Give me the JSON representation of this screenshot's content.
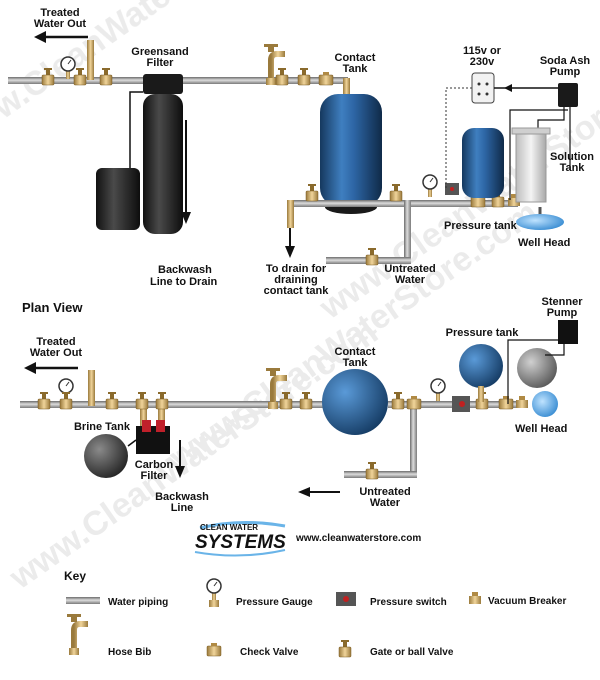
{
  "top_view": {
    "treated_water_out": [
      "Treated",
      "Water Out"
    ],
    "greensand_filter": [
      "Greensand",
      "Filter"
    ],
    "contact_tank": [
      "Contact",
      "Tank"
    ],
    "power": [
      "115v or",
      "230v"
    ],
    "soda_ash_pump": [
      "Soda Ash",
      "Pump"
    ],
    "solution_tank": [
      "Solution",
      "Tank"
    ],
    "pressure_tank": "Pressure tank",
    "well_head": "Well Head",
    "backwash": [
      "Backwash",
      "Line to Drain"
    ],
    "drain": [
      "To drain for",
      "draining",
      "contact tank"
    ],
    "untreated": [
      "Untreated",
      "Water"
    ]
  },
  "plan_view": {
    "title": "Plan View",
    "treated_water_out": [
      "Treated",
      "Water Out"
    ],
    "contact_tank": [
      "Contact",
      "Tank"
    ],
    "pressure_tank": "Pressure tank",
    "stenner_pump": [
      "Stenner",
      "Pump"
    ],
    "brine_tank": "Brine Tank",
    "carbon_filter": [
      "Carbon",
      "Filter"
    ],
    "backwash": [
      "Backwash",
      "Line"
    ],
    "untreated": [
      "Untreated",
      "Water"
    ],
    "well_head": "Well Head"
  },
  "logo": {
    "line1": "CLEAN WATER",
    "line2": "SYSTEMS",
    "url": "www.cleanwaterstore.com"
  },
  "watermark": "www.CleanWaterStore.com",
  "key": {
    "title": "Key",
    "items": {
      "water_piping": "Water piping",
      "pressure_gauge": "Pressure Gauge",
      "pressure_switch": "Pressure switch",
      "vacuum_breaker": "Vacuum Breaker",
      "hose_bib": "Hose Bib",
      "check_valve": "Check Valve",
      "gate_valve": "Gate or ball Valve"
    }
  },
  "colors": {
    "pipe": "#9a9a9a",
    "brass": "#c8a260",
    "tank_blue": "#2a5f9c",
    "filter_dark": "#222222",
    "water_blue": "#6ab4e8",
    "carbon_red": "#c0202a"
  }
}
